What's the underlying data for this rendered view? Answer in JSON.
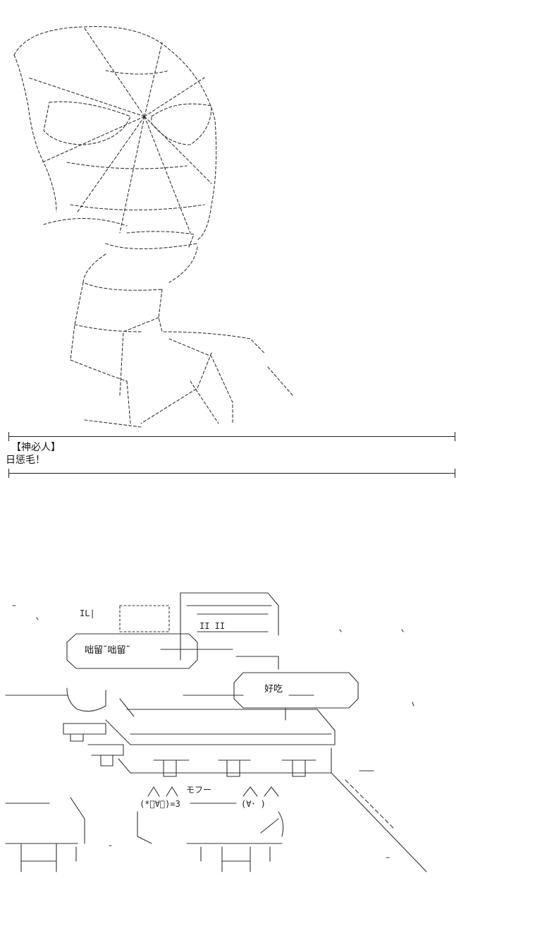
{
  "dialog": {
    "speaker": "【神必人】",
    "line": "日惩毛！"
  },
  "scene": {
    "sign": "IL|",
    "shop_lettering": "II II",
    "bubble_left": "咄留˜咄留˜",
    "bubble_right": "好吃",
    "cat_left_face": "(*ﾟ∀ﾟ)=3",
    "cat_left_sound": "モフー",
    "cat_right_face": "(∀･ )"
  },
  "colors": {
    "ink": "#222222",
    "background": "#ffffff"
  }
}
